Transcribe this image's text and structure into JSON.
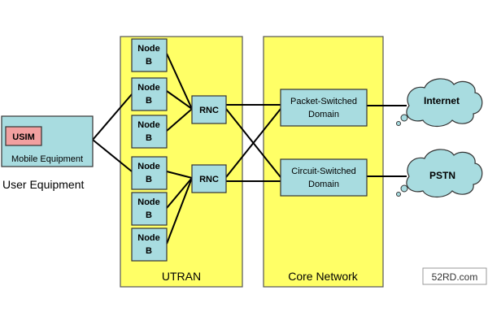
{
  "user_equipment": {
    "usim_label": "USIM",
    "mobile_equipment_label": "Mobile Equipment",
    "caption": "User Equipment"
  },
  "utran": {
    "caption": "UTRAN",
    "node_b_line1": "Node",
    "node_b_line2": "B",
    "rnc_label": "RNC"
  },
  "core_network": {
    "caption": "Core Network",
    "packet_switched": [
      "Packet-Switched",
      "Domain"
    ],
    "circuit_switched": [
      "Circuit-Switched",
      "Domain"
    ]
  },
  "clouds": {
    "internet": "Internet",
    "pstn": "PSTN"
  },
  "watermark": "52RD.com",
  "colors": {
    "region_fill": "#ffff66",
    "box_fill": "#a8dce0",
    "usim_fill": "#f2a0a0",
    "line": "#000000"
  }
}
